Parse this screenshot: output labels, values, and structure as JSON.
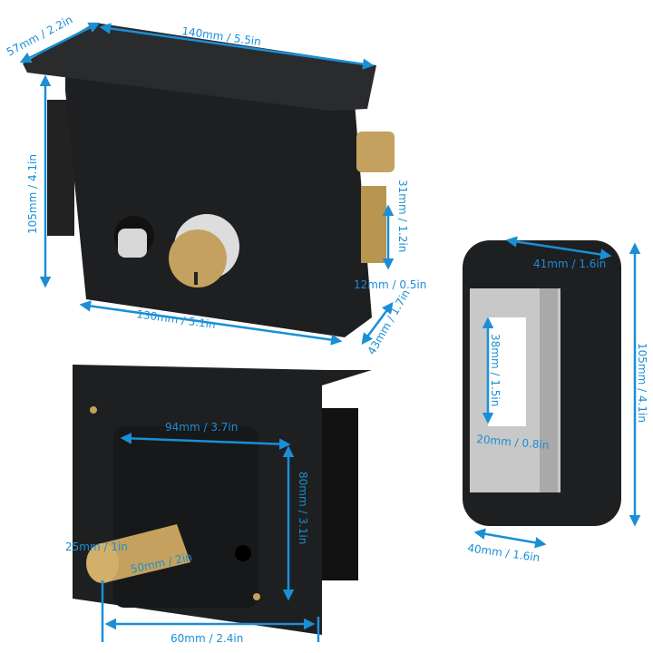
{
  "colors": {
    "dimension": "#1a8fd6",
    "body": "#1e1f21",
    "brass": "#c4a15e",
    "steel": "#c8c8c8"
  },
  "front_view": {
    "depth_top": "57mm / 2.2in",
    "width_top": "140mm / 5.5in",
    "height_left": "105mm / 4.1in",
    "bolt_height": "31mm / 1.2in",
    "bolt_width": "12mm / 0.5in",
    "width_bottom": "130mm / 5.1in",
    "depth_bottom": "43mm / 1.7in"
  },
  "side_view": {
    "width_top": "41mm / 1.6in",
    "height_right": "105mm / 4.1in",
    "slot_height": "38mm / 1.5in",
    "slot_width": "20mm / 0.8in",
    "width_bottom": "40mm / 1.6in"
  },
  "back_view": {
    "hole_spacing": "94mm / 3.7in",
    "height": "80mm / 3.1in",
    "cylinder_diameter": "25mm / 1in",
    "cylinder_length": "50mm / 2in",
    "cylinder_offset": "60mm / 2.4in"
  }
}
